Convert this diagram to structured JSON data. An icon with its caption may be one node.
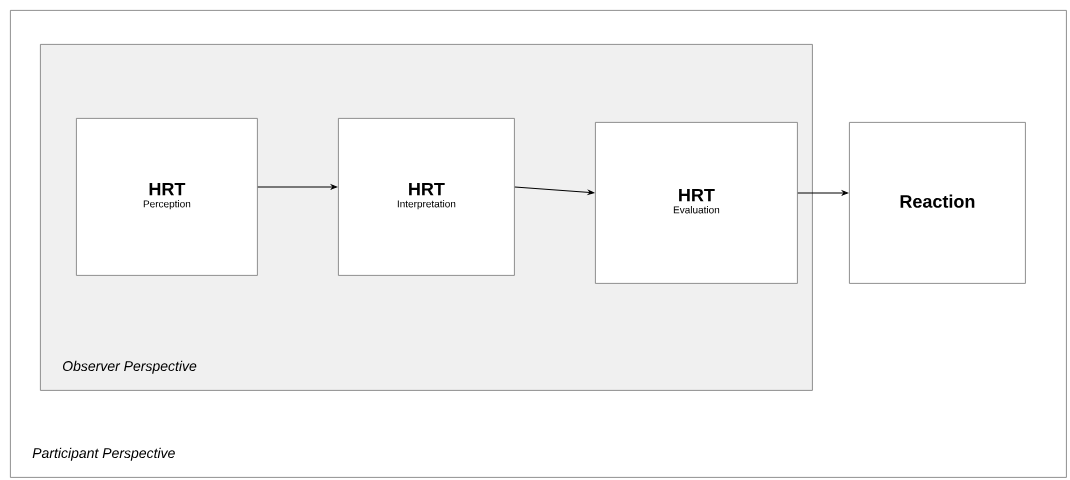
{
  "diagram": {
    "nodes": [
      {
        "text": [
          "Participant Perspective"
        ]
      },
      {
        "text": [
          "Observer Perspective"
        ],
        "in": 0
      },
      {
        "text": [
          "HRT",
          "Perception"
        ],
        "in": 1
      },
      {
        "text": [
          "HRT",
          "Interpretation"
        ],
        "in": 1
      },
      {
        "text": [
          "HRT",
          "Evaluation"
        ],
        "in": 1
      },
      {
        "text": [
          "Reaction"
        ],
        "in": 0
      }
    ],
    "edges": [
      {
        "from": 2,
        "to": 3,
        "arrow": "to"
      },
      {
        "from": 3,
        "to": 4,
        "arrow": "to"
      },
      {
        "from": 4,
        "to": 5,
        "arrow": "to"
      }
    ]
  }
}
